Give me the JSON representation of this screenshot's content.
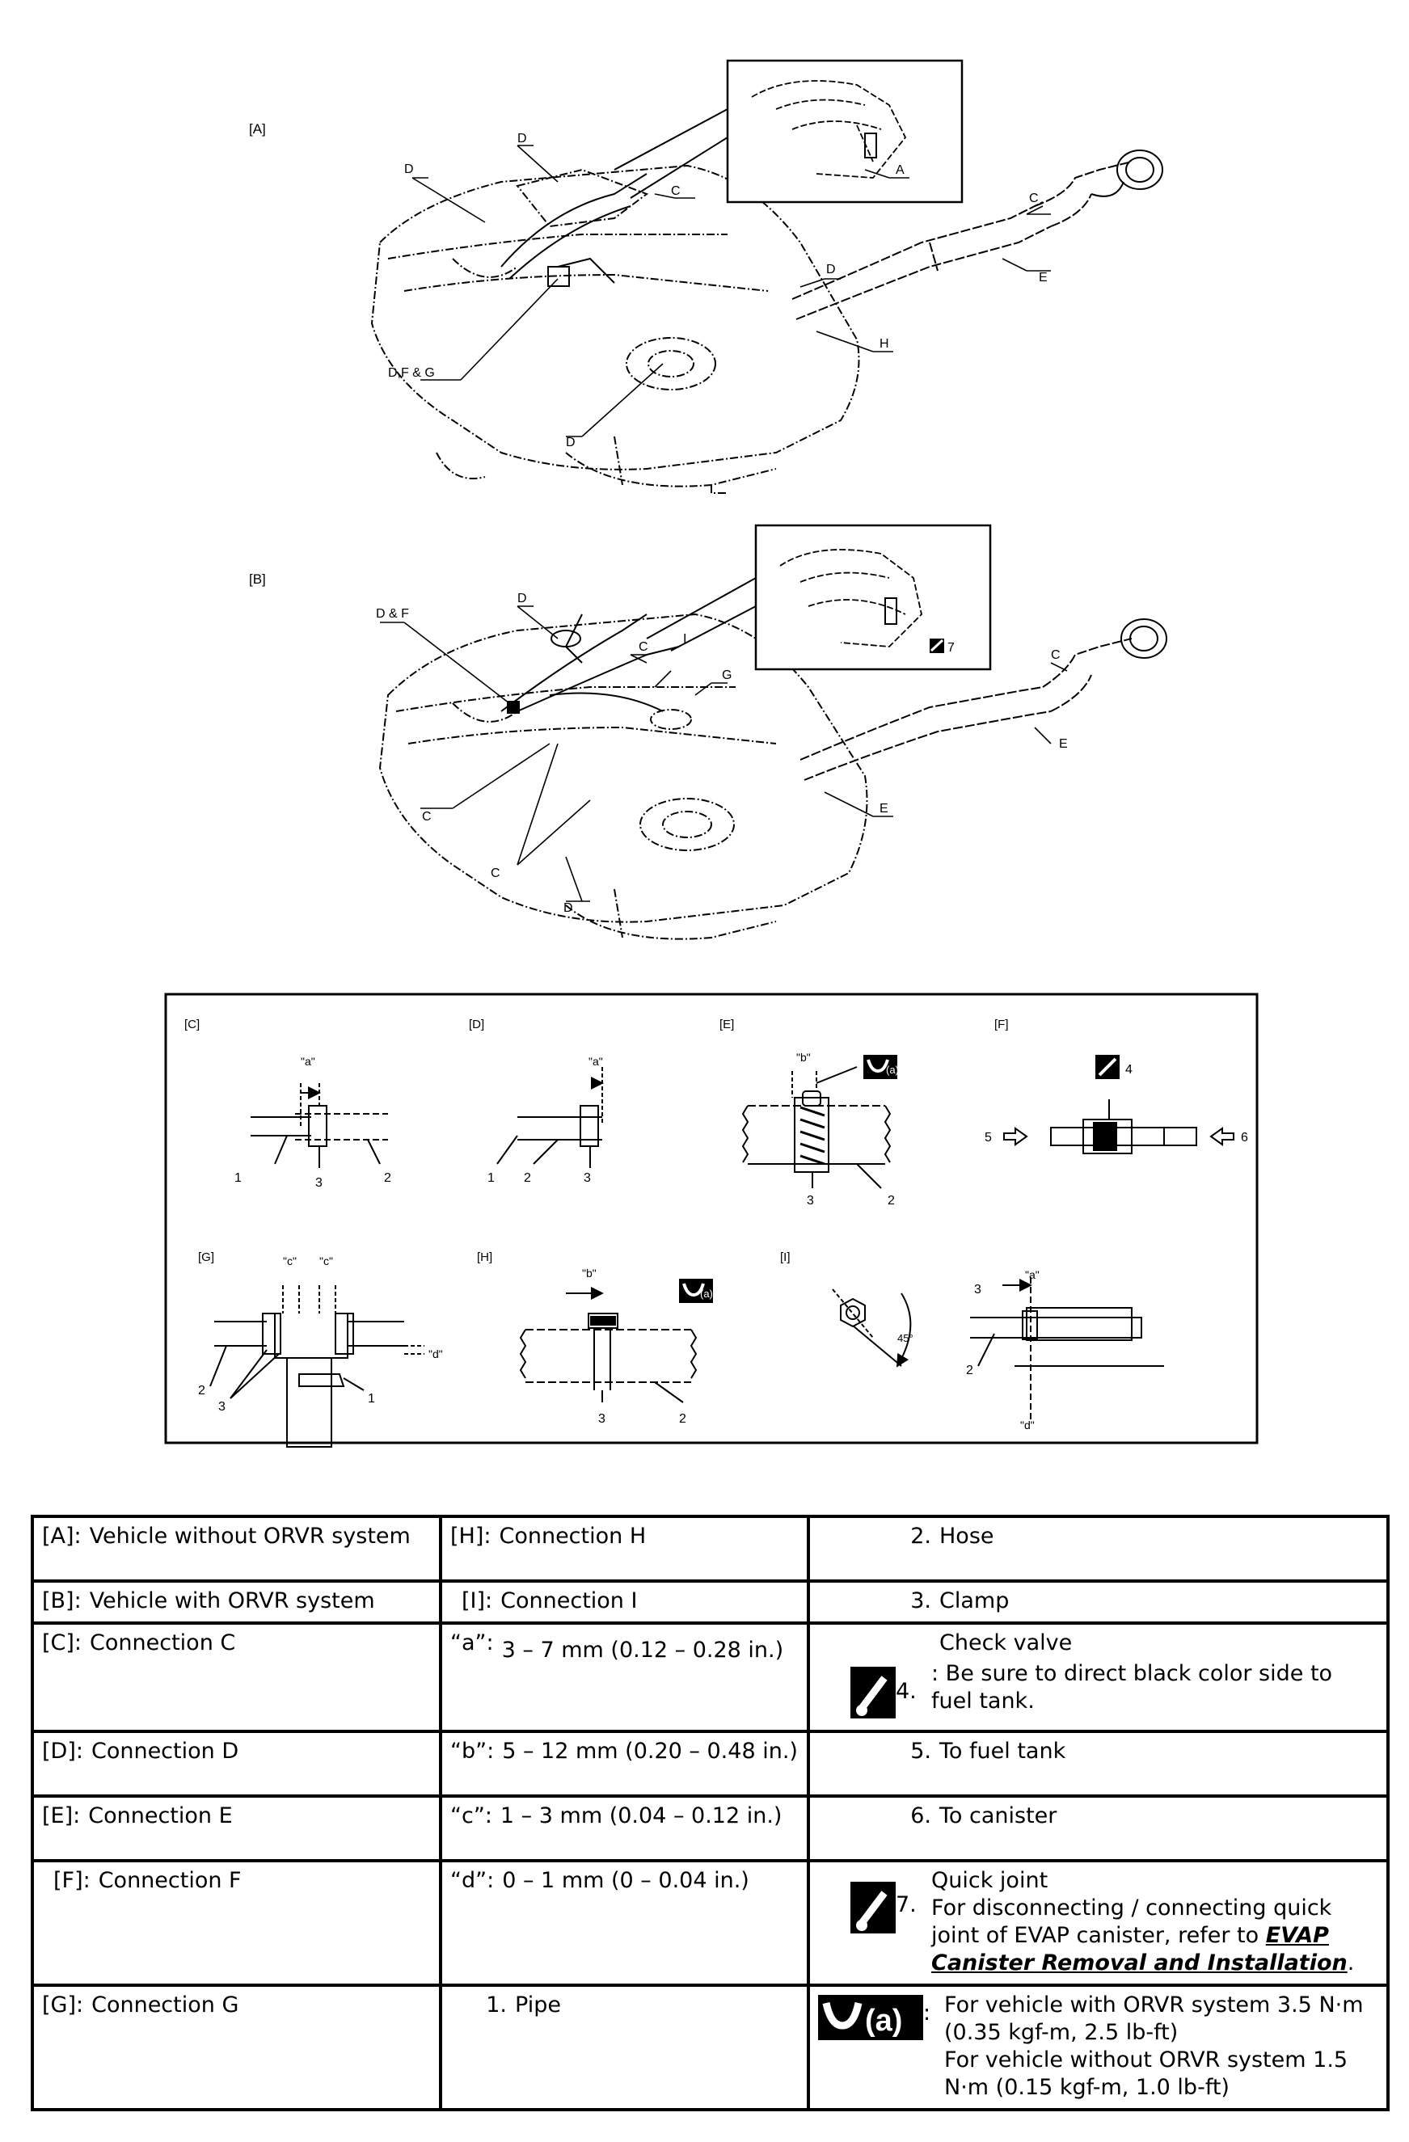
{
  "figure": {
    "view_a": {
      "tag": "[A]",
      "callouts": [
        "D",
        "D",
        "C",
        "A",
        "C",
        "D",
        "E",
        "H",
        "D,F & G",
        "D"
      ]
    },
    "view_b": {
      "tag": "[B]",
      "callouts": [
        "D & F",
        "D",
        "C",
        "I",
        "G",
        "C",
        "E",
        "C",
        "C",
        "D",
        "E",
        "7"
      ]
    },
    "details": {
      "c": {
        "tag": "[C]",
        "dim": "\"a\"",
        "nums": [
          "1",
          "3",
          "2"
        ]
      },
      "d": {
        "tag": "[D]",
        "dim": "\"a\"",
        "nums": [
          "1",
          "2",
          "3"
        ]
      },
      "e": {
        "tag": "[E]",
        "dim": "\"b\"",
        "torque": "(a)",
        "nums": [
          "3",
          "2"
        ]
      },
      "f": {
        "tag": "[F]",
        "nums": [
          "4",
          "5",
          "6"
        ]
      },
      "g": {
        "tag": "[G]",
        "dims": [
          "\"c\"",
          "\"c\"",
          "\"d\""
        ],
        "nums": [
          "2",
          "3",
          "1"
        ]
      },
      "h": {
        "tag": "[H]",
        "dim": "\"b\"",
        "torque": "(a)",
        "nums": [
          "3",
          "2"
        ]
      },
      "i": {
        "tag": "[I]",
        "dims": [
          "\"a\"",
          "\"d\"",
          "45°"
        ],
        "nums": [
          "3",
          "2"
        ]
      }
    }
  },
  "legend": {
    "col1": [
      {
        "key": "[A]:",
        "text": "Vehicle without ORVR system"
      },
      {
        "key": "[B]:",
        "text": "Vehicle with ORVR system"
      },
      {
        "key": "[C]:",
        "text": "Connection C"
      },
      {
        "key": "[D]:",
        "text": "Connection D"
      },
      {
        "key": "[E]:",
        "text": "Connection E"
      },
      {
        "key": "[F]:",
        "text": "Connection F"
      },
      {
        "key": "[G]:",
        "text": "Connection G"
      }
    ],
    "col2": [
      {
        "key": "[H]:",
        "text": "Connection H"
      },
      {
        "key": "[I]:",
        "text": "Connection I"
      },
      {
        "key": "“a”:",
        "text": "3 – 7 mm (0.12 – 0.28 in.)"
      },
      {
        "key": "“b”:",
        "text": "5 – 12 mm (0.20 – 0.48 in.)"
      },
      {
        "key": "“c”:",
        "text": "1 – 3 mm (0.04 – 0.12 in.)"
      },
      {
        "key": "“d”:",
        "text": "0 – 1 mm (0 – 0.04 in.)"
      },
      {
        "key": "1.",
        "text": "Pipe"
      }
    ],
    "col3": {
      "hose": {
        "num": "2.",
        "text": "Hose"
      },
      "clamp": {
        "num": "3.",
        "text": "Clamp"
      },
      "check_valve": {
        "title": "Check valve",
        "num": "4.",
        "text": ": Be sure to direct black color side to fuel tank."
      },
      "to_tank": {
        "num": "5.",
        "text": "To fuel tank"
      },
      "to_canister": {
        "num": "6.",
        "text": "To canister"
      },
      "quick_joint": {
        "num": "7.",
        "title": "Quick joint",
        "text": "For disconnecting / connecting quick joint of EVAP canister, refer to ",
        "ref": "EVAP Canister Removal and Installation",
        "end": "."
      },
      "torque": {
        "icon_label": "(a)",
        "colon": ":",
        "line1": "For vehicle with ORVR system 3.5 N·m (0.35 kgf-m, 2.5 lb-ft)",
        "line2": "For vehicle without ORVR system 1.5 N·m (0.15 kgf-m, 1.0 lb-ft)"
      }
    }
  }
}
